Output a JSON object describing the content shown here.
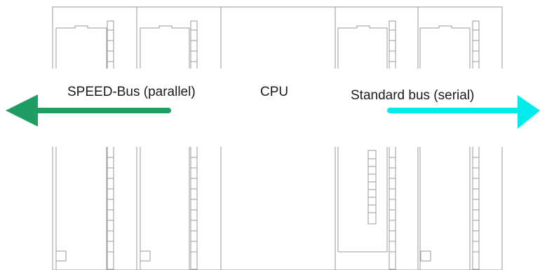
{
  "labels": {
    "speed_bus": "SPEED-Bus (parallel)",
    "cpu": "CPU",
    "standard_bus": "Standard bus (serial)"
  },
  "colors": {
    "speed_bus_arrow": "#1f9e63",
    "standard_bus_arrow": "#00ecec",
    "outline": "#9a9a9a"
  },
  "modules": [
    {
      "name": "speed-bus-module-1",
      "position": "left"
    },
    {
      "name": "speed-bus-module-2",
      "position": "left"
    },
    {
      "name": "cpu-module",
      "position": "center"
    },
    {
      "name": "standard-bus-module-1",
      "position": "right"
    },
    {
      "name": "standard-bus-module-2",
      "position": "right"
    }
  ],
  "arrows": [
    {
      "name": "speed-bus-arrow",
      "direction": "left"
    },
    {
      "name": "standard-bus-arrow",
      "direction": "right"
    }
  ]
}
